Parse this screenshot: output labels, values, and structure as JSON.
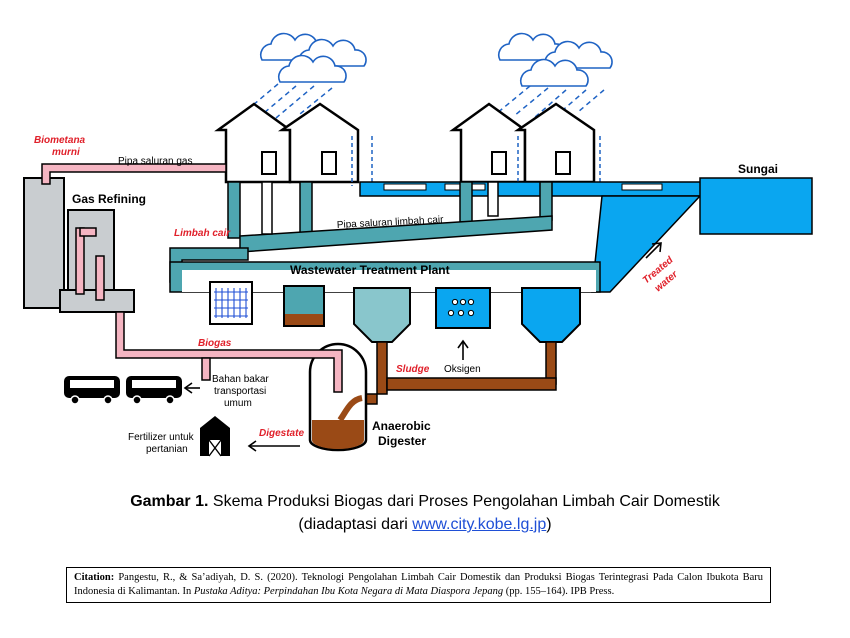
{
  "diagram": {
    "labels": {
      "biometana": [
        "Biometana",
        "murni"
      ],
      "pipa_gas": "Pipa saluran gas",
      "gas_refining": "Gas Refining",
      "limbah_cair": "Limbah cair",
      "pipa_limbah": "Pipa saluran limbah cair",
      "sungai": "Sungai",
      "wwtp": "Wastewater Treatment Plant",
      "treated": [
        "Treated",
        "water"
      ],
      "biogas": "Biogas",
      "bahan_bakar": [
        "Bahan bakar",
        "transportasi",
        "umum"
      ],
      "sludge": "Sludge",
      "oksigen": "Oksigen",
      "digestate": "Digestate",
      "anaerobic": [
        "Anaerobic",
        "Digester"
      ],
      "fertilizer": [
        "Fertilizer untuk",
        "pertanian"
      ]
    },
    "colors": {
      "gas_pipe": "#f5b5c2",
      "teal_pipe": "#4ea6b0",
      "blue_water": "#0aa6f0",
      "sludge": "#9a4a16",
      "refinery": "#c9cdd0",
      "red_label": "#e0202a",
      "link": "#1f4fd6"
    }
  },
  "caption": {
    "label": "Gambar 1.",
    "text": " Skema Produksi Biogas dari Proses Pengolahan Limbah Cair Domestik",
    "line2_pre": "(diadaptasi dari ",
    "link": "www.city.kobe.lg.jp",
    "line2_post": ")"
  },
  "citation": {
    "label": "Citation:",
    "pre": " Pangestu, R., & Sa’adiyah, D. S. (2020). Teknologi Pengolahan Limbah Cair Domestik dan Produksi Biogas Terintegrasi Pada Calon Ibukota Baru  Indonesia  di Kalimantan.  In ",
    "book": "Pustaka Aditya: Perpindahan Ibu Kota Negara di Mata Diaspora Jepang",
    "post": " (pp. 155–164).  IPB Press."
  }
}
